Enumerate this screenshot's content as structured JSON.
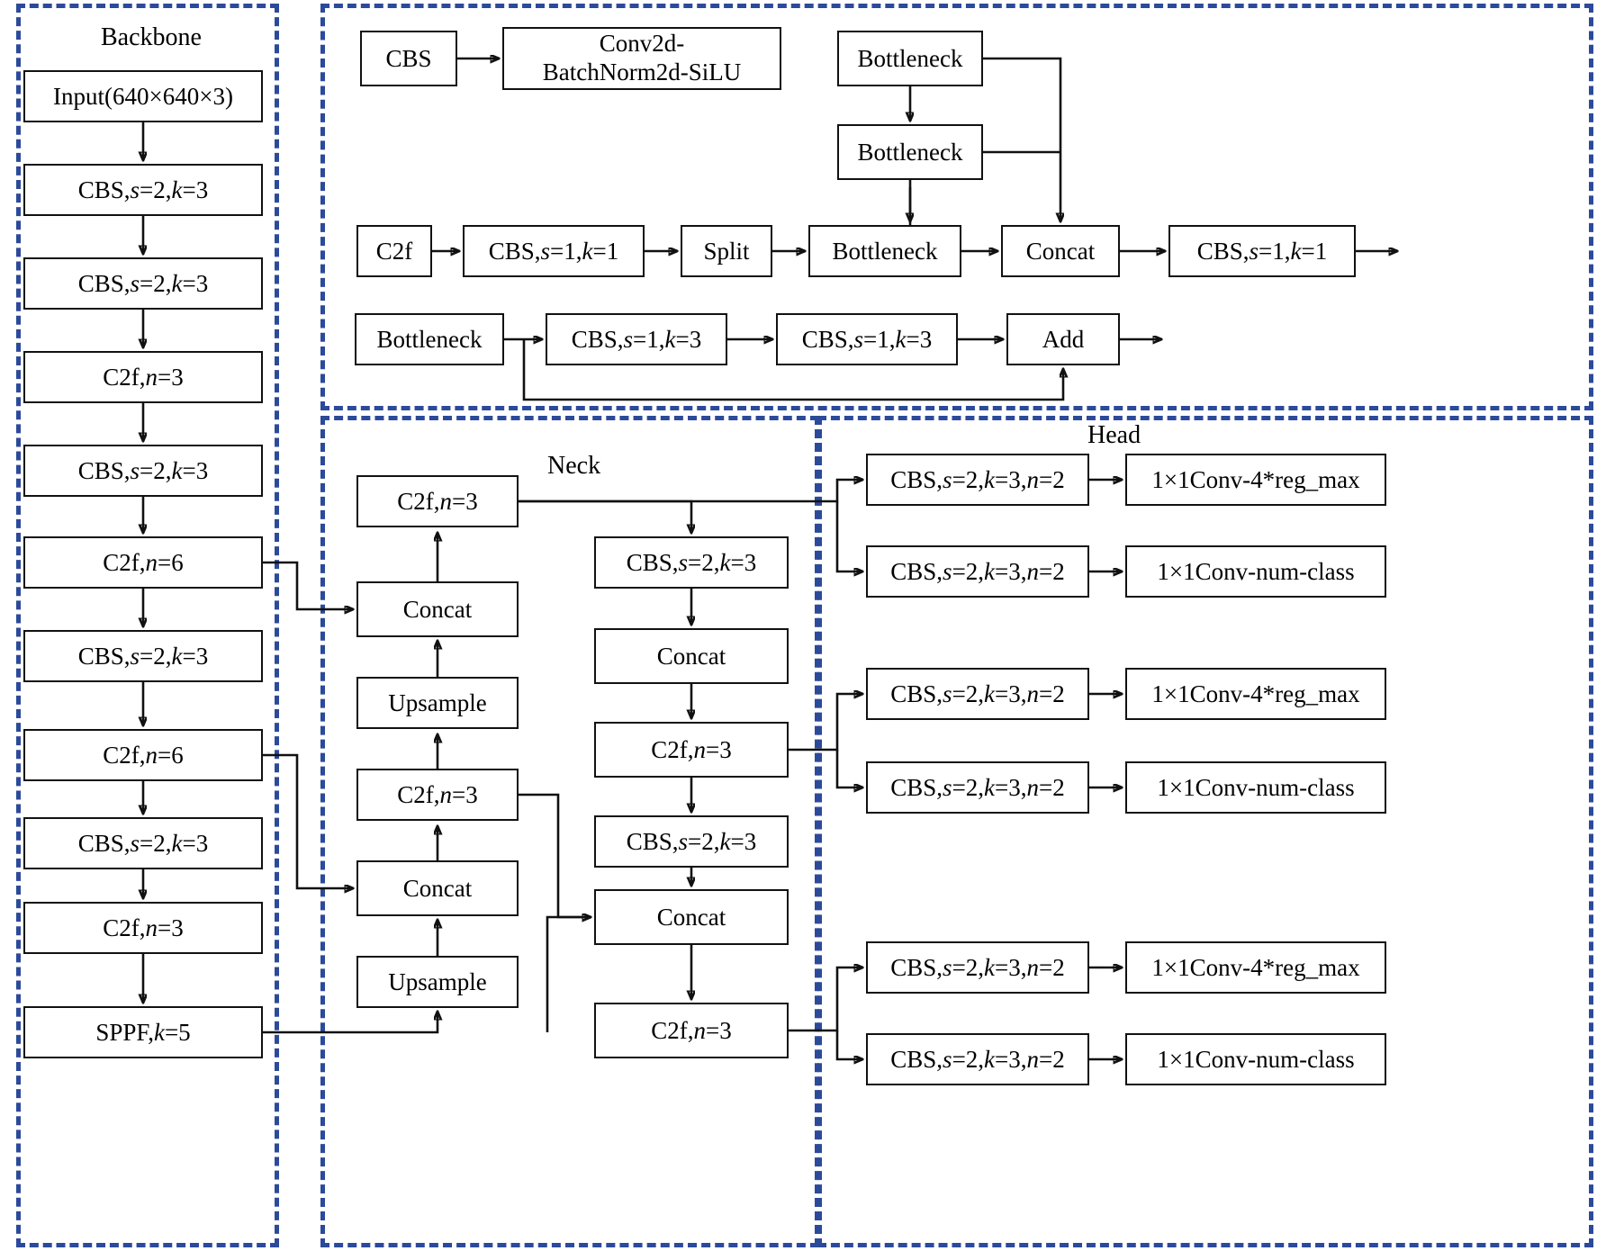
{
  "sections": {
    "backbone_label": "Backbone",
    "neck_label": "Neck",
    "head_label": "Head"
  },
  "legend": {
    "cbs_node": "CBS",
    "cbs_expansion": "Conv2d-\nBatchNorm2d-SiLU",
    "c2f_node": "C2f",
    "c2f_chain": [
      "CBS,s=1,k=1",
      "Split",
      "Bottleneck",
      "Concat",
      "CBS,s=1,k=1"
    ],
    "c2f_branch": [
      "Bottleneck",
      "Bottleneck"
    ],
    "bottleneck_node": "Bottleneck",
    "bottleneck_chain": [
      "CBS,s=1,k=3",
      "CBS,s=1,k=3",
      "Add"
    ]
  },
  "backbone": {
    "nodes": [
      "Input(640×640×3)",
      "CBS,s=2,k=3",
      "CBS,s=2,k=3",
      "C2f,n=3",
      "CBS,s=2,k=3",
      "C2f,n=6",
      "CBS,s=2,k=3",
      "C2f,n=6",
      "CBS,s=2,k=3",
      "C2f,n=3",
      "SPPF,k=5"
    ]
  },
  "neck": {
    "left_column": [
      "C2f,n=3",
      "Concat",
      "Upsample",
      "C2f,n=3",
      "Concat",
      "Upsample"
    ],
    "right_column": [
      "CBS,s=2,k=3",
      "Concat",
      "C2f,n=3",
      "CBS,s=2,k=3",
      "Concat",
      "C2f,n=3"
    ]
  },
  "head": {
    "groups": [
      {
        "reg_cbs": "CBS,s=2,k=3,n=2",
        "reg_out": "1×1Conv-4*reg_max",
        "cls_cbs": "CBS,s=2,k=3,n=2",
        "cls_out": "1×1Conv-num-class"
      },
      {
        "reg_cbs": "CBS,s=2,k=3,n=2",
        "reg_out": "1×1Conv-4*reg_max",
        "cls_cbs": "CBS,s=2,k=3,n=2",
        "cls_out": "1×1Conv-num-class"
      },
      {
        "reg_cbs": "CBS,s=2,k=3,n=2",
        "reg_out": "1×1Conv-4*reg_max",
        "cls_cbs": "CBS,s=2,k=3,n=2",
        "cls_out": "1×1Conv-num-class"
      }
    ]
  },
  "colors": {
    "frame": "#2c4a9a",
    "box_border": "#111111",
    "background": "#ffffff",
    "text": "#000000"
  }
}
